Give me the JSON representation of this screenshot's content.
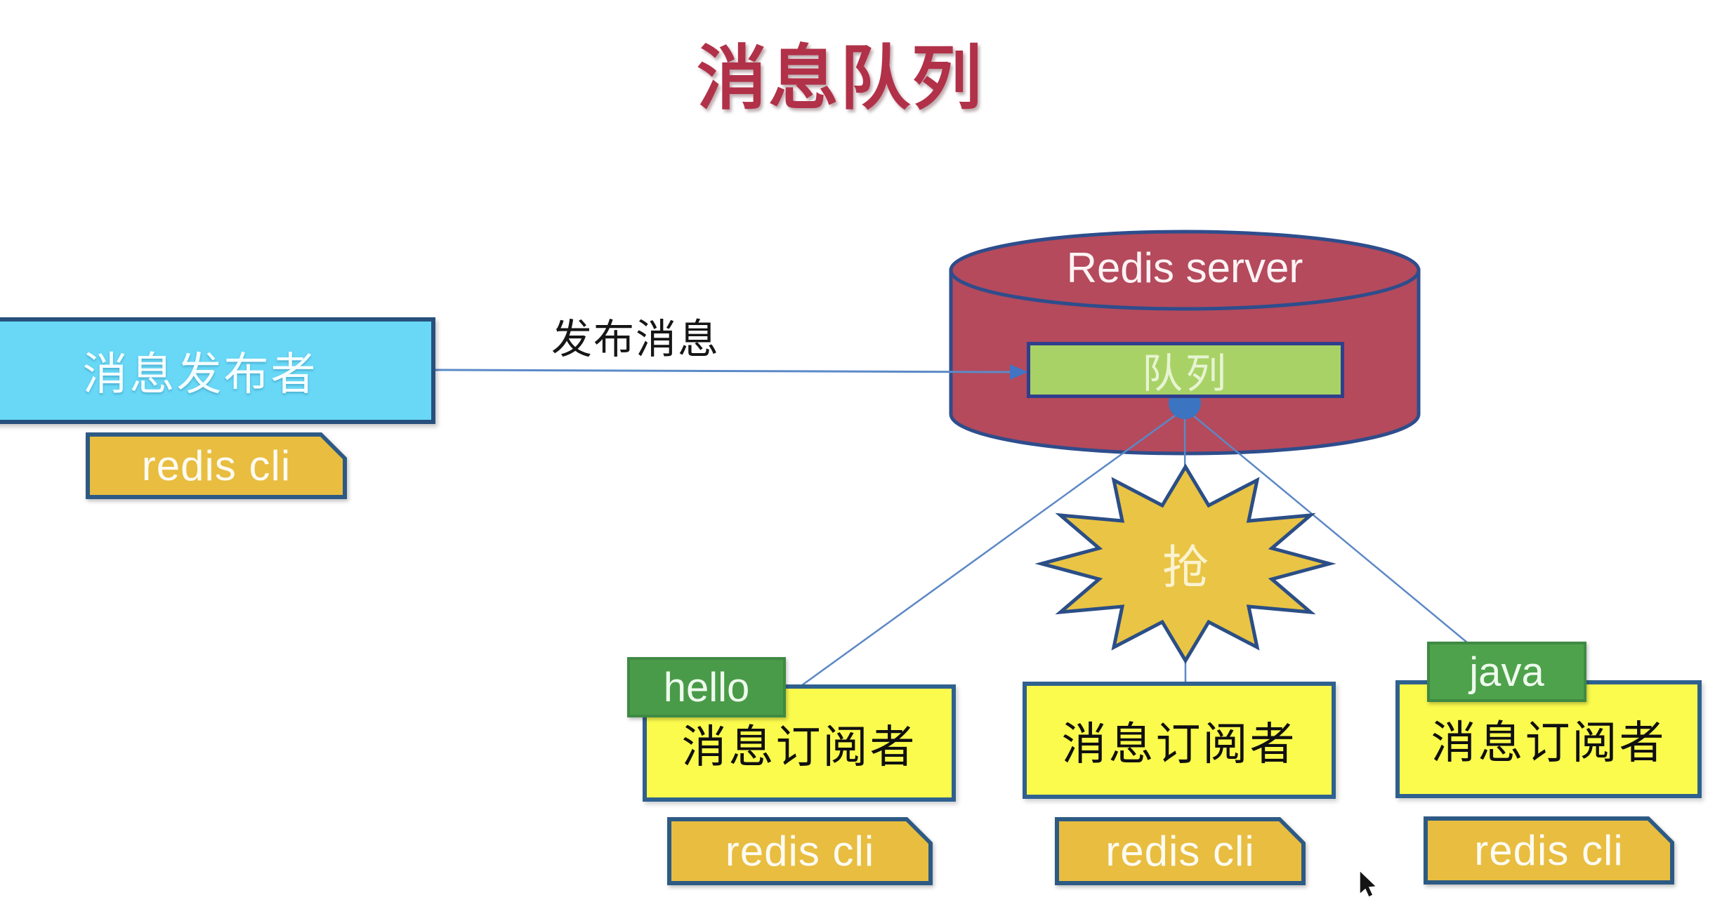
{
  "slide": {
    "title": "消息队列",
    "publisher": {
      "label": "消息发布者",
      "tool_tag": "redis cli"
    },
    "arrow_label": "发布消息",
    "redis_server": {
      "label": "Redis server",
      "queue_label": "队列"
    },
    "grab_label": "抢",
    "subscribers": [
      {
        "channel_tag": "hello",
        "label": "消息订阅者",
        "tool_tag": "redis cli"
      },
      {
        "label": "消息订阅者",
        "tool_tag": "redis cli"
      },
      {
        "channel_tag": "java",
        "label": "消息订阅者",
        "tool_tag": "redis cli"
      }
    ],
    "colors": {
      "title_red": "#b13149",
      "cylinder_fill": "#b44a5c",
      "queue_green": "#a9d266",
      "publisher_cyan": "#68d8f6",
      "subscriber_yellow": "#fbfb4d",
      "tag_gold": "#e8bd40",
      "tag_green": "#4ea24c",
      "border_navy": "#2e4d8c",
      "connector_blue": "#5b87c5"
    }
  }
}
